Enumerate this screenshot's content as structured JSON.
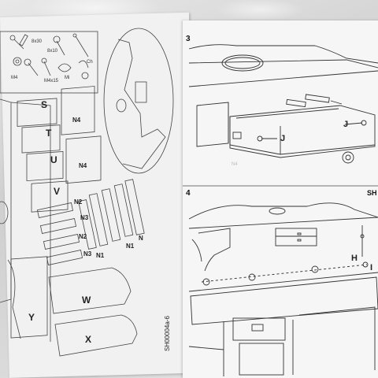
{
  "document": {
    "doc_code": "SH00004a-6",
    "steps": [
      "3",
      "4"
    ],
    "header_clip": "SH"
  },
  "hardware_labels": [
    "8x30",
    "8x10",
    "M4",
    "M4x15",
    "Mi",
    "Ch"
  ],
  "parts_left": {
    "s": "S",
    "t": "T",
    "u": "U",
    "v": "V",
    "n4a": "N4",
    "n4b": "N4",
    "n2a": "N2",
    "n2b": "N2",
    "n3a": "N3",
    "n3b": "N3",
    "n1a": "N1",
    "n1b": "N1",
    "n": "N",
    "w": "W",
    "x": "X",
    "y": "Y"
  },
  "parts_right": {
    "j1": "J",
    "j2": "J",
    "h": "H",
    "i": "I",
    "ghost": "N4"
  }
}
